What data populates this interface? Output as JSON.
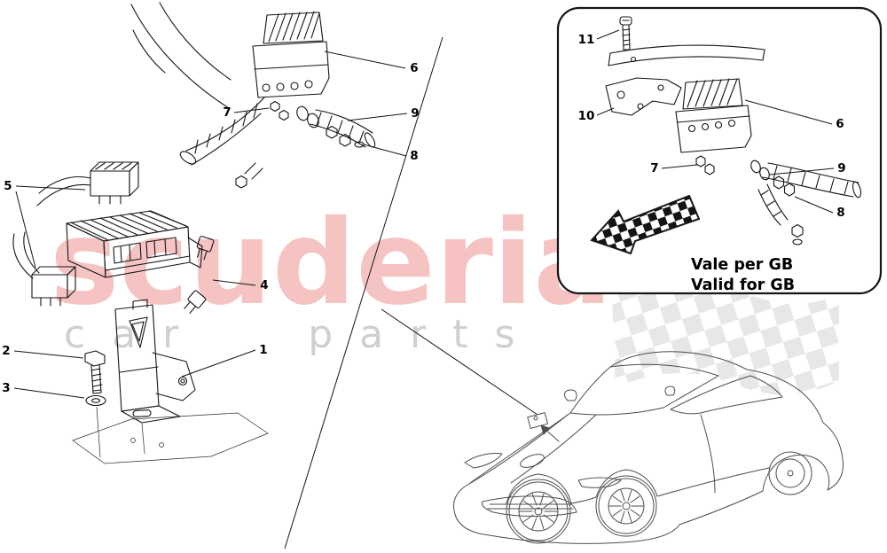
{
  "page": {
    "type": "ferrari-599-engine-compartment-ecus-parts-diagram",
    "colors": {
      "watermark_pink": "#f4b7b5",
      "watermark_gray": "#cfcfcf",
      "checker_gray": "#d8d8d8",
      "line": "#151515",
      "background": "#ffffff"
    }
  },
  "watermark": {
    "title": "scuderia",
    "subtitle": "car parts"
  },
  "callouts": {
    "main": [
      "6",
      "7",
      "9",
      "8",
      "5",
      "2",
      "3",
      "1",
      "4"
    ]
  },
  "inset": {
    "caption_line1": "Vale per GB",
    "caption_line2": "Valid for GB",
    "callouts": [
      "11",
      "10",
      "6",
      "7",
      "9",
      "8"
    ]
  }
}
